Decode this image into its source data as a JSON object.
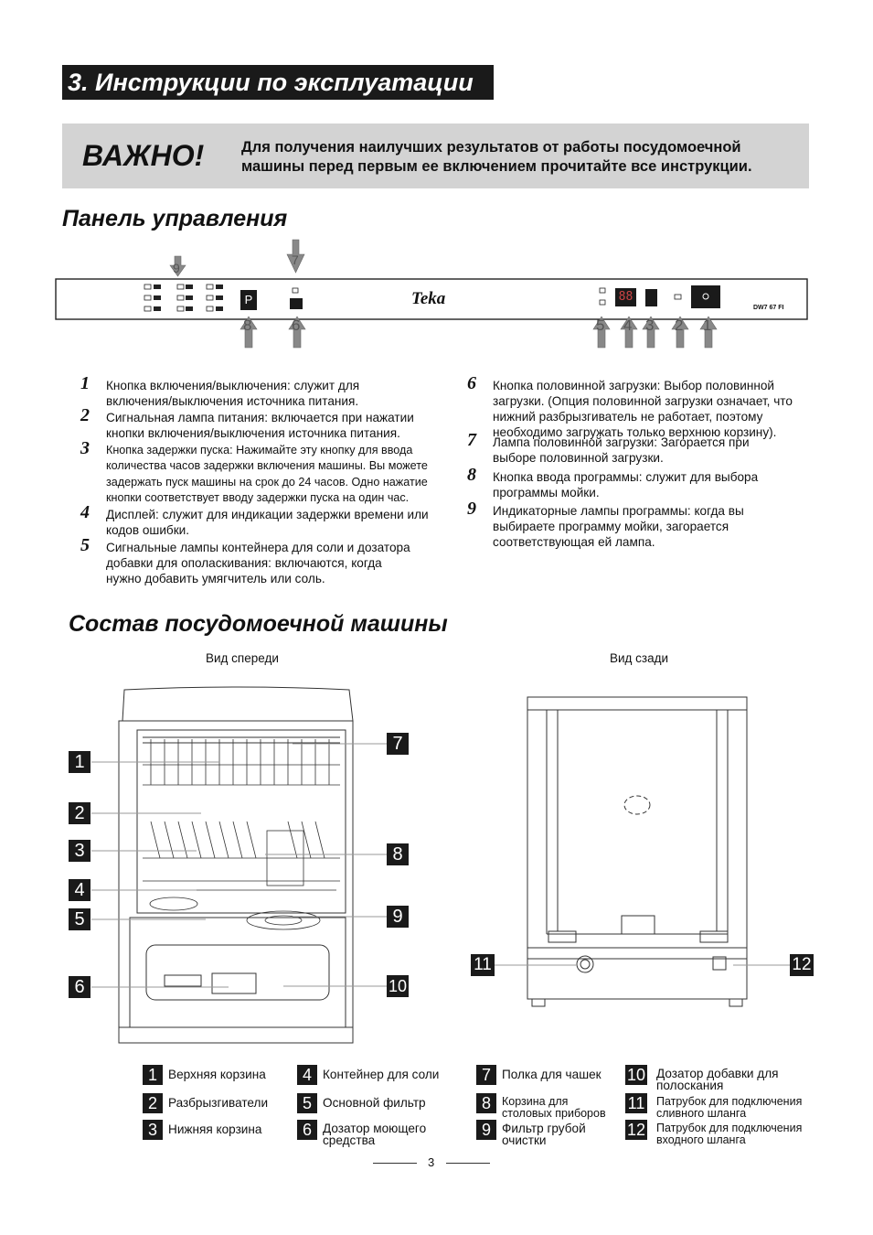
{
  "section_title": "3. Инструкции по эксплуатации",
  "important": {
    "label": "ВАЖНО!",
    "text": "Для получения наилучших результатов от работы посудомоечной машины перед первым ее включением прочитайте все инструкции."
  },
  "panel_heading": "Панель управления",
  "panel": {
    "brand": "Teka",
    "model": "DW7 67 FI",
    "program_button": "P",
    "display": "88",
    "top_callouts": [
      "9",
      "7"
    ],
    "bottom_callouts": [
      "8",
      "6",
      "5",
      "4",
      "3",
      "2",
      "1"
    ]
  },
  "items": [
    {
      "num": "1",
      "text": "Кнопка включения/выключения: служит для включения/выключения источника питания."
    },
    {
      "num": "2",
      "text": "Сигнальная лампа питания: включается при нажатии кнопки включения/выключения источника питания."
    },
    {
      "num": "3",
      "text": "Кнопка задержки пуска: Нажимайте эту кнопку для ввода количества часов задержки включения машины. Вы можете задержать пуск машины на срок до 24 часов. Одно нажатие кнопки соответствует вводу задержки пуска на один час."
    },
    {
      "num": "4",
      "text": "Дисплей: служит для индикации задержки времени или кодов ошибки."
    },
    {
      "num": "5",
      "text": "Сигнальные лампы контейнера для соли и дозатора добавки для ополаскивания: включаются, когда нужно добавить умягчитель или соль."
    },
    {
      "num": "6",
      "text": "Кнопка половинной загрузки: Выбор половинной загрузки. (Опция половинной загрузки означает, что нижний разбрызгиватель не работает, поэтому необходимо загружать только верхнюю корзину)."
    },
    {
      "num": "7",
      "text": "Лампа половинной загрузки: Загорается при выборе половинной загрузки."
    },
    {
      "num": "8",
      "text": "Кнопка ввода программы: служит для выбора программы мойки."
    },
    {
      "num": "9",
      "text": "Индикаторные лампы программы: когда вы выбираете программу мойки, загорается соответствующая ей лампа."
    }
  ],
  "composition_heading": "Состав посудомоечной машины",
  "front_view_label": "Вид спереди",
  "rear_view_label": "Вид сзади",
  "front_callouts_left": [
    "1",
    "2",
    "3",
    "4",
    "5",
    "6"
  ],
  "front_callouts_right": [
    "7",
    "8",
    "9",
    "10"
  ],
  "rear_callouts": [
    "11",
    "12"
  ],
  "legend": [
    {
      "num": "1",
      "text": "Верхняя корзина"
    },
    {
      "num": "2",
      "text": "Разбрызгиватели"
    },
    {
      "num": "3",
      "text": "Нижняя корзина"
    },
    {
      "num": "4",
      "text": "Контейнер для соли"
    },
    {
      "num": "5",
      "text": "Основной фильтр"
    },
    {
      "num": "6",
      "text": "Дозатор моющего средства"
    },
    {
      "num": "7",
      "text": "Полка для чашек"
    },
    {
      "num": "8",
      "text": "Корзина для столовых приборов"
    },
    {
      "num": "9",
      "text": "Фильтр грубой очистки"
    },
    {
      "num": "10",
      "text": "Дозатор добавки для полоскания"
    },
    {
      "num": "11",
      "text": "Патрубок для подключения сливного шланга"
    },
    {
      "num": "12",
      "text": "Патрубок для подключения входного шланга"
    }
  ],
  "page_number": "3"
}
